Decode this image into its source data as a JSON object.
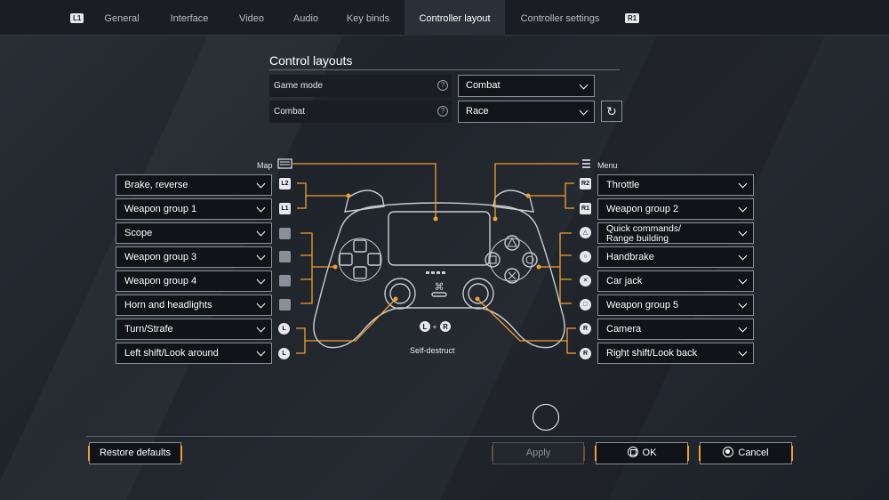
{
  "tabs": {
    "left_shoulder": "L1",
    "right_shoulder": "R1",
    "items": [
      {
        "label": "General"
      },
      {
        "label": "Interface"
      },
      {
        "label": "Video"
      },
      {
        "label": "Audio"
      },
      {
        "label": "Key binds"
      },
      {
        "label": "Controller layout"
      },
      {
        "label": "Controller settings"
      }
    ],
    "active": "Controller layout"
  },
  "control_layouts": {
    "title": "Control layouts",
    "game_mode_label": "Game mode",
    "game_mode_value": "Combat",
    "combat_label": "Combat",
    "combat_value": "Race"
  },
  "controller": {
    "map_label": "Map",
    "menu_label": "Menu",
    "self_destruct_label": "Self-destruct",
    "left_bindings": [
      {
        "glyph": "L2",
        "value": "Brake, reverse"
      },
      {
        "glyph": "L1",
        "value": "Weapon group 1"
      },
      {
        "glyph": "dpad-up",
        "value": "Scope"
      },
      {
        "glyph": "dpad-left",
        "value": "Weapon group 3"
      },
      {
        "glyph": "dpad-down",
        "value": "Weapon group 4"
      },
      {
        "glyph": "dpad-right",
        "value": "Horn and headlights"
      },
      {
        "glyph": "L",
        "value": "Turn/Strafe"
      },
      {
        "glyph": "L",
        "value": "Left shift/Look around"
      }
    ],
    "right_bindings": [
      {
        "glyph": "R2",
        "value": "Throttle"
      },
      {
        "glyph": "R1",
        "value": "Weapon group 2"
      },
      {
        "glyph": "triangle",
        "value_line1": "Quick commands/",
        "value_line2": "Range building"
      },
      {
        "glyph": "circle",
        "value": "Handbrake"
      },
      {
        "glyph": "cross",
        "value": "Car jack"
      },
      {
        "glyph": "square",
        "value": "Weapon group 5"
      },
      {
        "glyph": "R",
        "value": "Camera"
      },
      {
        "glyph": "R",
        "value": "Right shift/Look back"
      }
    ]
  },
  "footer": {
    "restore_defaults": "Restore defaults",
    "apply": "Apply",
    "ok": "OK",
    "cancel": "Cancel"
  },
  "colors": {
    "accent": "#f0a030",
    "background": "#23282f",
    "field": "#101317"
  }
}
